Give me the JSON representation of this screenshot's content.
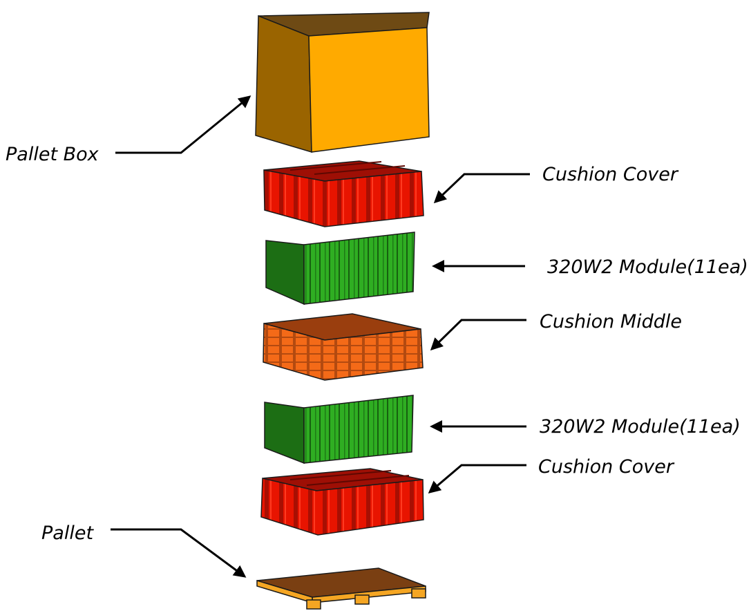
{
  "labels": {
    "pallet_box": "Pallet Box",
    "cushion_cover_top": "Cushion Cover",
    "module_top": "320W2 Module(11ea)",
    "cushion_middle": "Cushion Middle",
    "module_bottom": "320W2 Module(11ea)",
    "cushion_cover_bottom": "Cushion Cover",
    "pallet": "Pallet"
  },
  "colors": {
    "pallet_box_front": "#FFAA00",
    "pallet_box_side": "#9A6400",
    "pallet_box_top": "#6E4A14",
    "cushion_cover": "#E81400",
    "cushion_cover_dark": "#9E0F05",
    "module_green": "#2FAE22",
    "module_dark": "#1C6E14",
    "cushion_middle": "#F46A18",
    "cushion_middle_dark": "#9A3E0E",
    "pallet_top": "#7A3F12",
    "pallet_wood": "#F5A623"
  },
  "icons": {
    "arrow": "arrow-head-icon"
  }
}
